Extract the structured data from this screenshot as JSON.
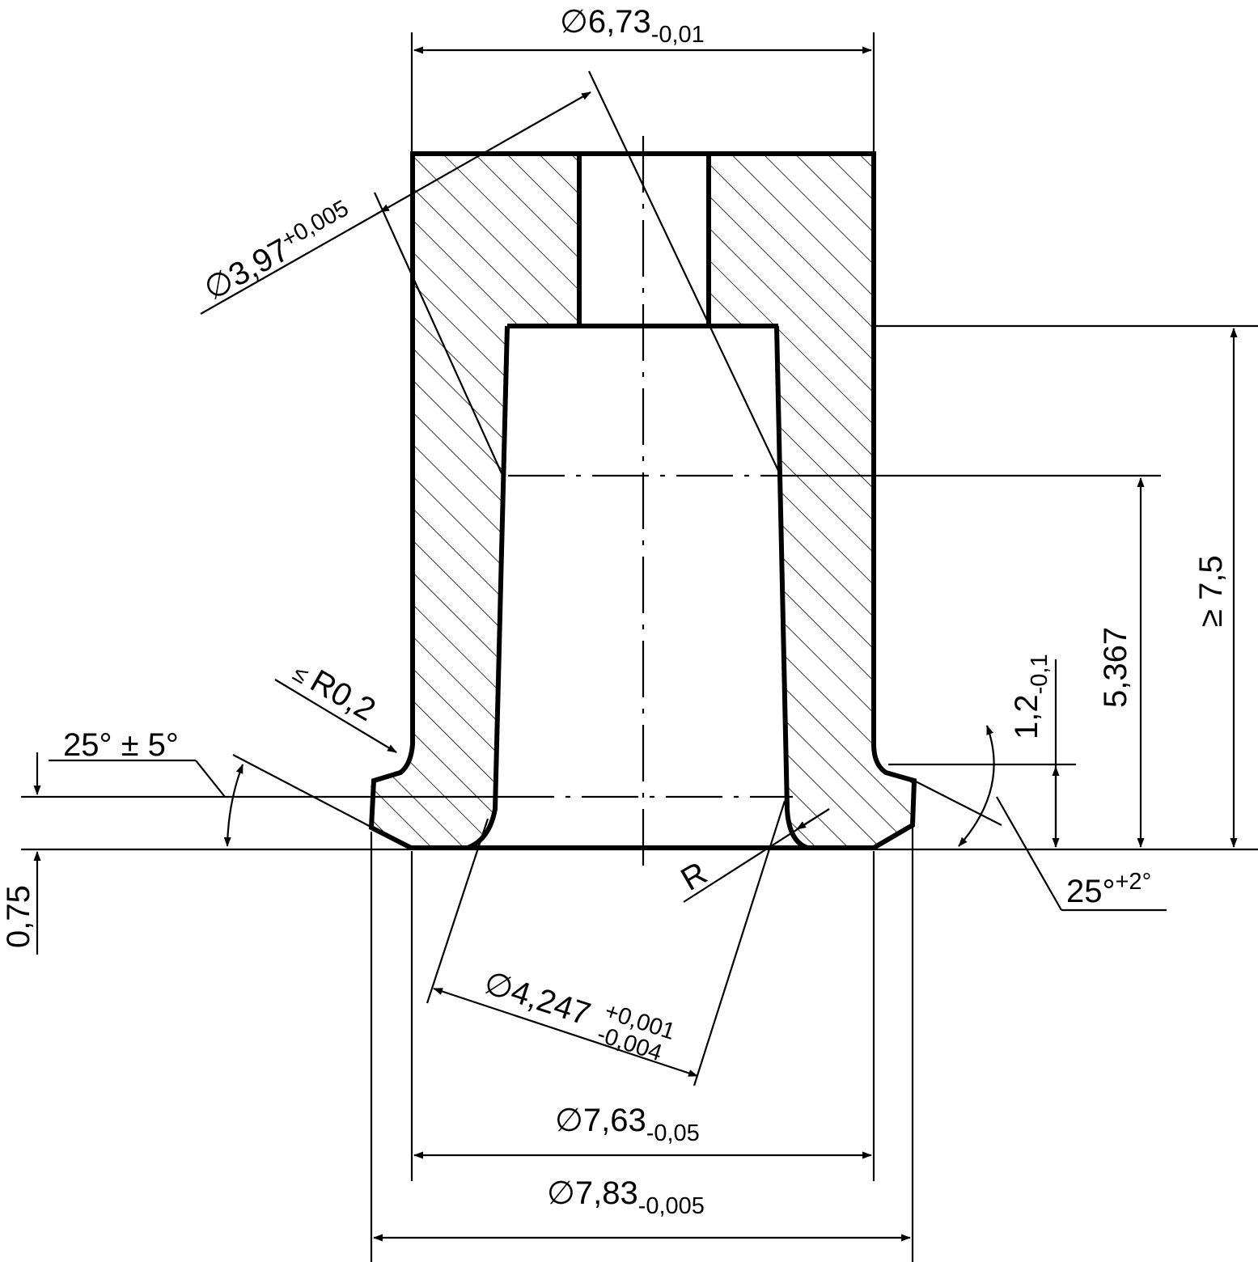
{
  "drawing": {
    "dimensions": {
      "top_diameter": {
        "main": "∅6,73",
        "tol_lower": "-0,01"
      },
      "bore_diameter": {
        "main": "∅3,97",
        "tol_upper": "+0,005"
      },
      "inner_radius": {
        "prefix": "≤",
        "main": "R0,2"
      },
      "chamfer_angle_left": {
        "main": "25° ± 5°"
      },
      "flange_offset": {
        "main": "0,75"
      },
      "radius_r": {
        "main": "R"
      },
      "cone_diameter": {
        "main": "∅4,247",
        "tol_upper": "+0,001",
        "tol_lower": "-0,004"
      },
      "outer_diameter": {
        "main": "∅7,63",
        "tol_lower": "-0,05"
      },
      "flange_diameter": {
        "main": "∅7,83",
        "tol_lower": "-0,005"
      },
      "flange_height": {
        "main": "1,2",
        "tol_lower": "-0,1"
      },
      "cone_height": {
        "main": "5,367"
      },
      "total_height": {
        "main": "≥ 7,5"
      },
      "chamfer_angle_right": {
        "main": "25°",
        "tol_upper": "+2°"
      }
    }
  }
}
